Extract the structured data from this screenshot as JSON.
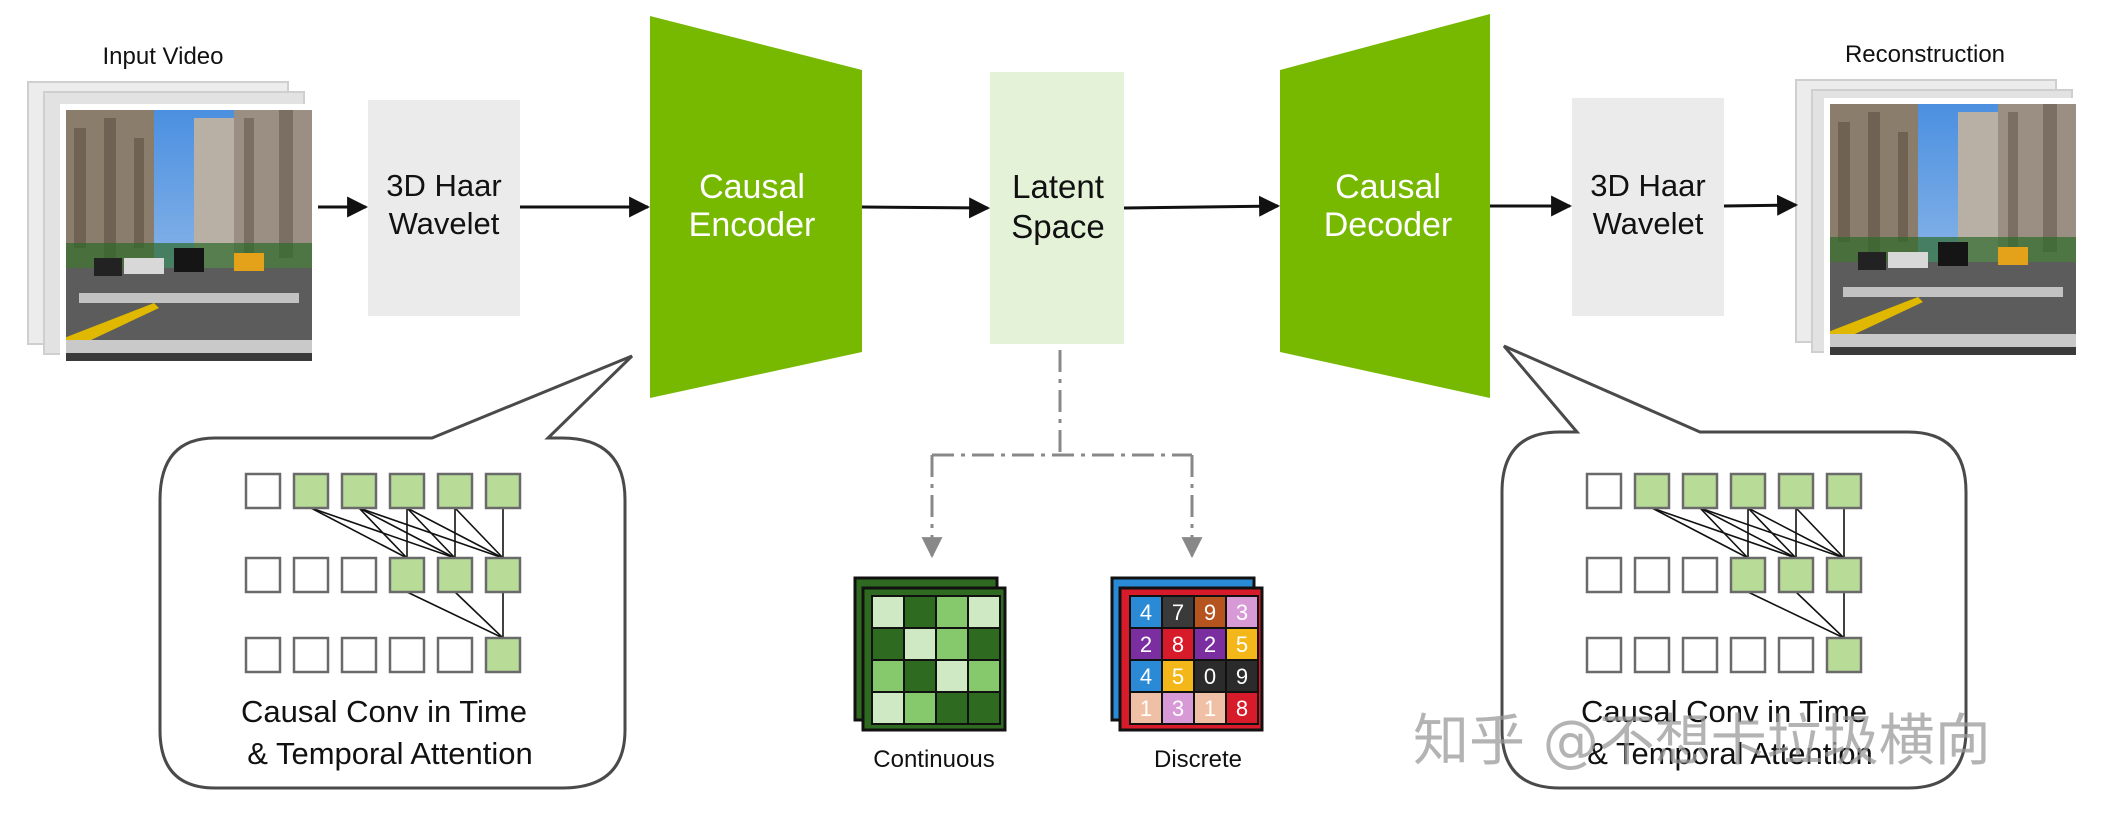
{
  "input": {
    "label": "Input Video"
  },
  "output": {
    "label": "Reconstruction"
  },
  "wavelet_in": {
    "line1": "3D Haar",
    "line2": "Wavelet"
  },
  "encoder": {
    "line1": "Causal",
    "line2": "Encoder"
  },
  "latent": {
    "line1": "Latent",
    "line2": "Space"
  },
  "decoder": {
    "line1": "Causal",
    "line2": "Decoder"
  },
  "wavelet_out": {
    "line1": "3D Haar",
    "line2": "Wavelet"
  },
  "callout_left": {
    "line1": "Causal Conv in Time",
    "line2": "& Temporal Attention"
  },
  "callout_right": {
    "line1": "Causal Conv in Time",
    "line2": "& Temporal Attention"
  },
  "continuous": {
    "label": "Continuous"
  },
  "discrete": {
    "label": "Discrete",
    "grid": [
      [
        "4",
        "7",
        "9",
        "3"
      ],
      [
        "2",
        "8",
        "2",
        "5"
      ],
      [
        "4",
        "5",
        "0",
        "9"
      ],
      [
        "1",
        "3",
        "1",
        "8"
      ]
    ]
  },
  "watermark": {
    "text": "知乎 @不想卡垃圾横向"
  },
  "colors": {
    "green": "#76b900",
    "latent": "#e4f2d8",
    "wavelet": "#ebebeb",
    "cell_green": "#b8dc97",
    "outline": "#4a4a4a",
    "discrete_cells": [
      "#2b8ad6",
      "#3a3a3a",
      "#b5541f",
      "#d89ad6",
      "#7b2ea0",
      "#d81b2b",
      "#7b2ea0",
      "#f4b71a",
      "#2b8ad6",
      "#f4b71a",
      "#2b2b2b",
      "#2b2b2b",
      "#f0c0a6",
      "#d89ad6",
      "#f0c0a6",
      "#d81b2b"
    ],
    "continuous_cells": [
      "#cfe9c4",
      "#2e6a1f",
      "#86c96c",
      "#cfe9c4",
      "#2e6a1f",
      "#cfe9c4",
      "#86c96c",
      "#2e6a1f",
      "#86c96c",
      "#2e6a1f",
      "#cfe9c4",
      "#86c96c",
      "#cfe9c4",
      "#86c96c",
      "#2e6a1f",
      "#2e6a1f"
    ]
  },
  "icons": {
    "frames": "video-frame-icon",
    "arrow": "arrow-right-icon"
  }
}
